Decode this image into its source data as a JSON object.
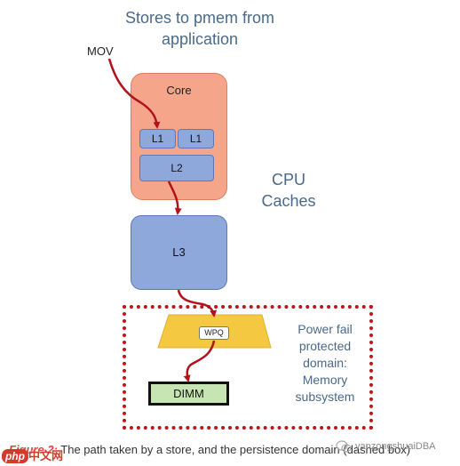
{
  "diagram": {
    "title": "Stores to pmem from application",
    "mov_label": "MOV",
    "core_label": "Core",
    "l1_left": "L1",
    "l1_right": "L1",
    "l2_label": "L2",
    "l3_label": "L3",
    "cpu_caches_label": "CPU Caches",
    "wpq_label": "WPQ",
    "dimm_label": "DIMM",
    "power_fail_label": "Power fail protected domain: Memory subsystem"
  },
  "caption": {
    "figure_prefix": "Figure 2:",
    "text": " The path taken by a store, and the persistence domain (dashed box)"
  },
  "watermarks": {
    "left_badge": "php",
    "left_text": "中文网",
    "right_text": "yanzongshuaiDBA"
  },
  "colors": {
    "core_fill": "#f4a58a",
    "cache_fill": "#8fa8dc",
    "wpq_fill": "#f5c842",
    "dimm_fill": "#c6e5b3",
    "arrow": "#b3121b",
    "dashed_border": "#c0141c",
    "label_text": "#4a6a8a"
  }
}
